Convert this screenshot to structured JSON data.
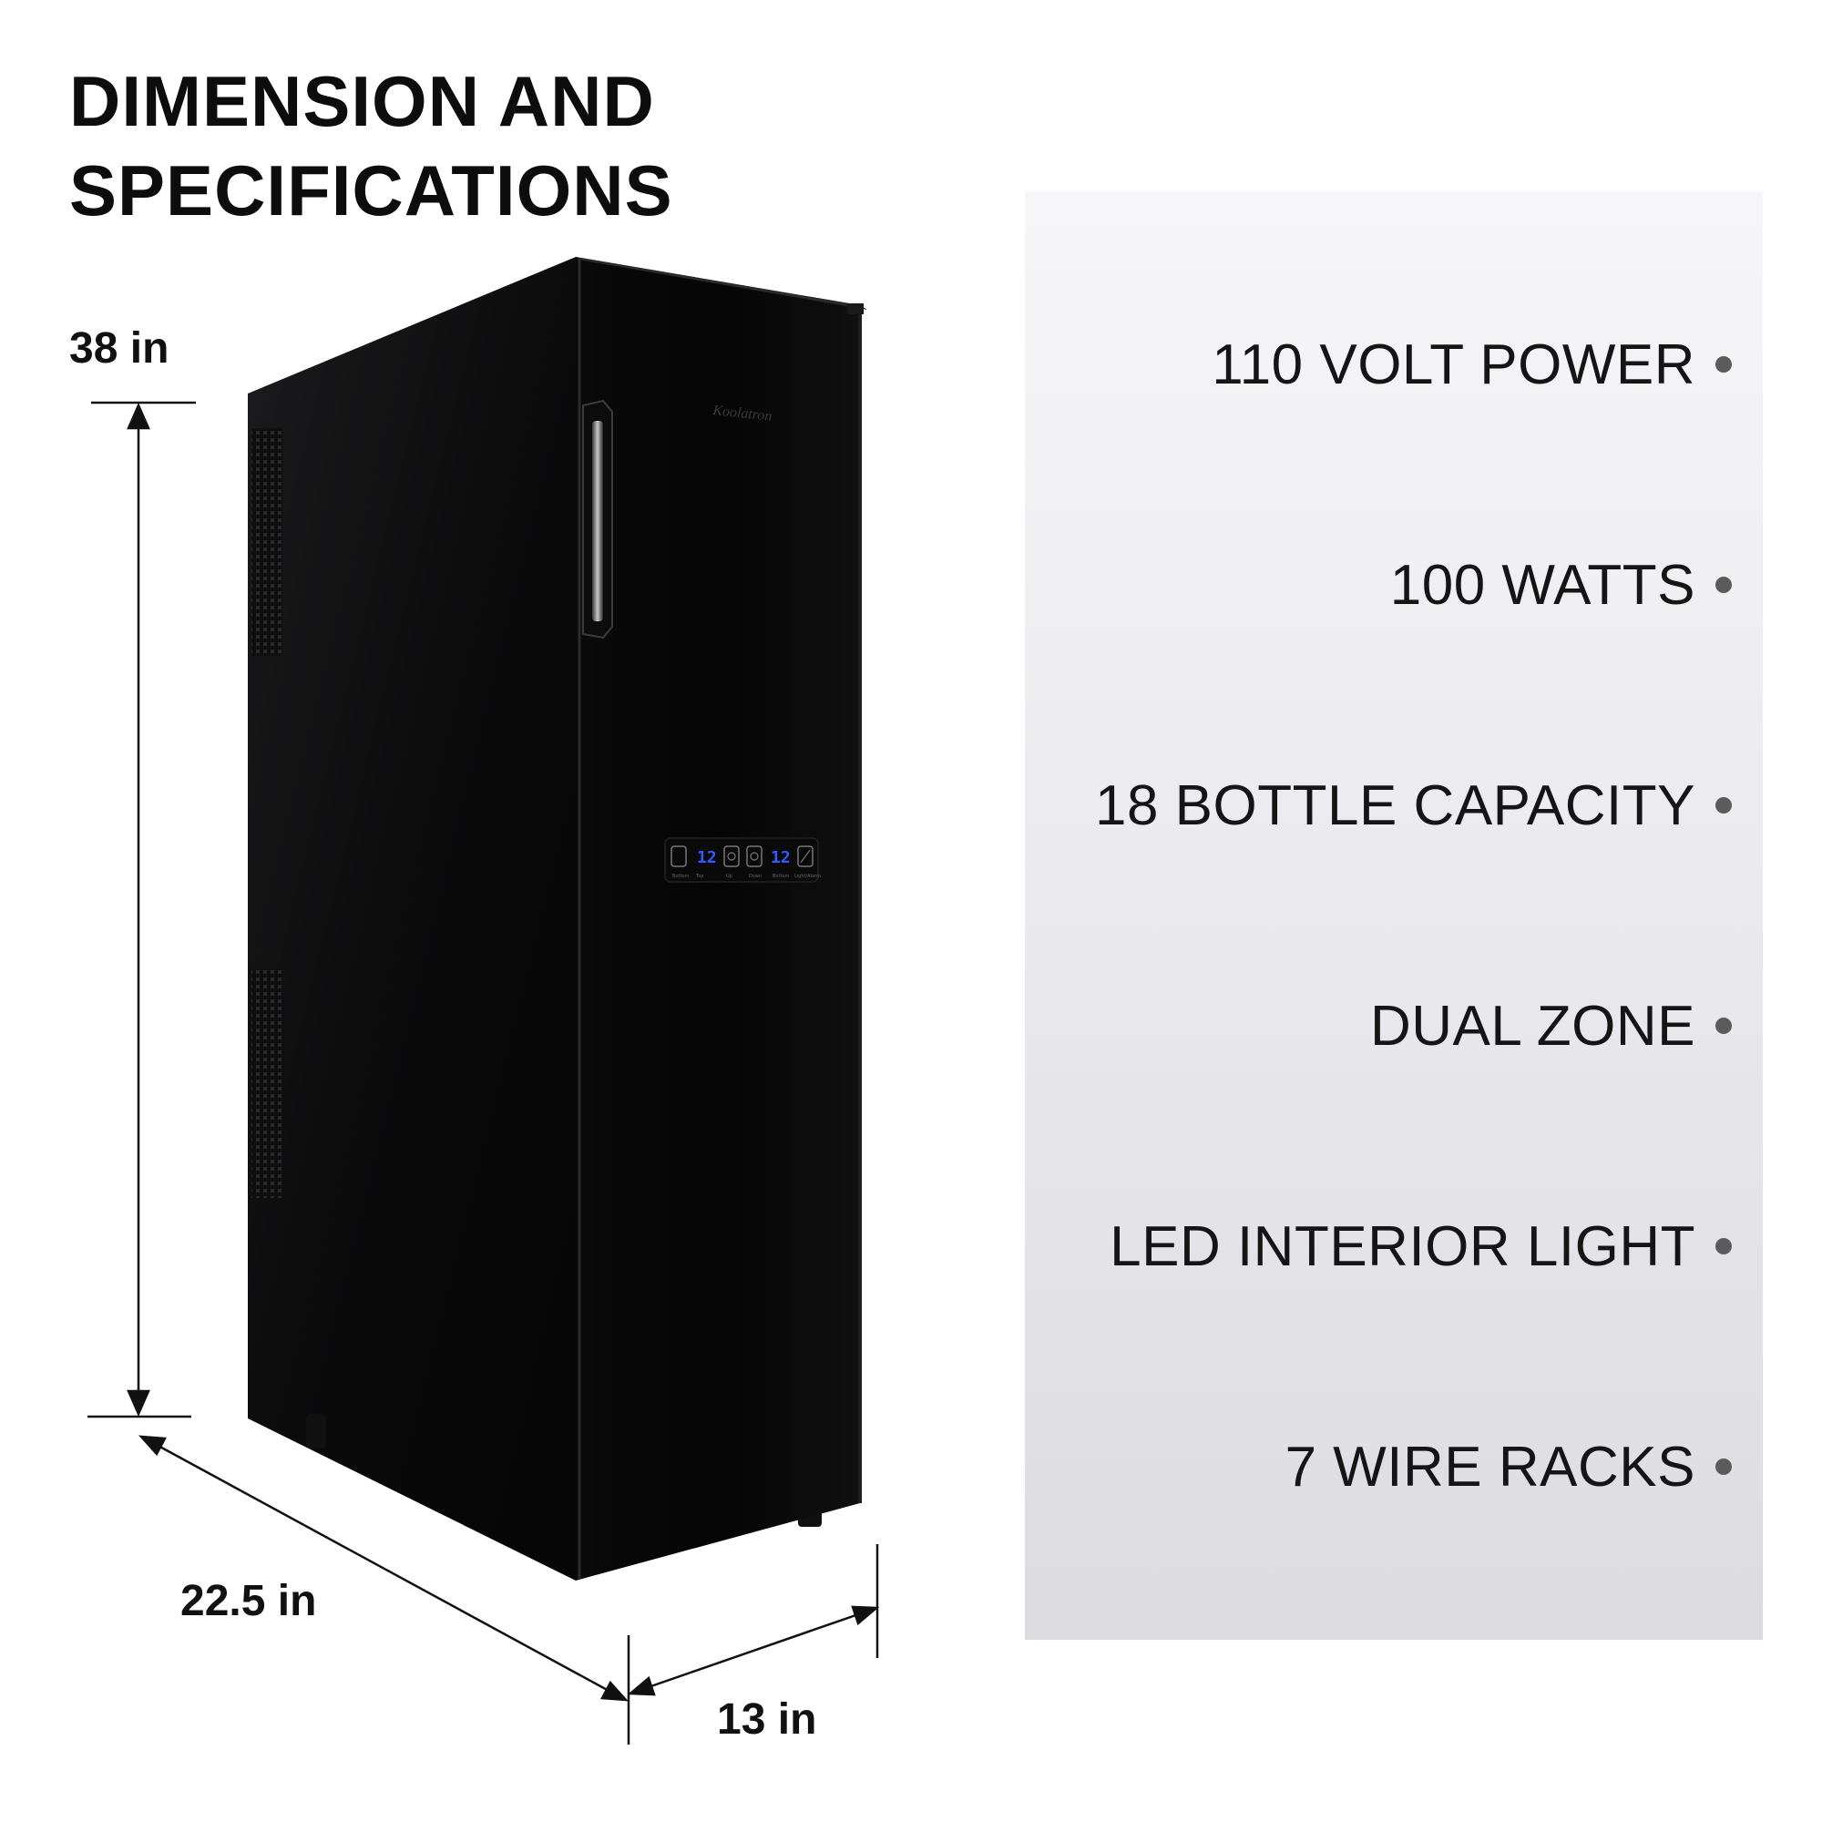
{
  "heading": {
    "line1": "DIMENSION AND",
    "line2": "SPECIFICATIONS"
  },
  "dimensions": {
    "height": "38 in",
    "depth": "22.5 in",
    "width": "13 in"
  },
  "product": {
    "brand_logo": "Koolatron",
    "display": {
      "top_temp": "12",
      "bottom_temp": "12",
      "button_labels": [
        "Bottom",
        "Top",
        "Up",
        "Down",
        "Bottom",
        "Light/Alarm"
      ]
    }
  },
  "specifications": [
    "110 VOLT POWER",
    "100 WATTS",
    "18 BOTTLE CAPACITY",
    "DUAL ZONE",
    "LED INTERIOR LIGHT",
    "7 WIRE RACKS"
  ],
  "colors": {
    "accent_display": "#2f5bff",
    "bullet": "#5b5b5b"
  }
}
